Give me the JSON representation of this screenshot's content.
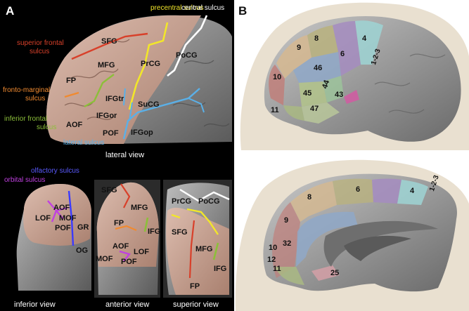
{
  "panels": {
    "a": {
      "letter": "A",
      "lateral": {
        "caption": "lateral view",
        "gyri": [
          "SFG",
          "MFG",
          "PrCG",
          "PoCG",
          "FP",
          "IFGtr",
          "SuCG",
          "IFGor",
          "AOF",
          "POF",
          "IFGop"
        ],
        "sulci": {
          "precentral": "precentral sulcus",
          "central": "central sulcus",
          "superior_frontal": [
            "superior frontal",
            "sulcus"
          ],
          "fronto_marginal": [
            "fronto-marginal",
            "sulcus"
          ],
          "inferior_frontal": [
            "inferior frontal",
            "sulcus"
          ],
          "lateral": "lateral  sulcus"
        }
      },
      "inferior": {
        "caption": "inferior view",
        "gyri": [
          "AOF",
          "LOF",
          "MOF",
          "POF",
          "GR",
          "OG"
        ],
        "sulci": {
          "olfactory": "olfactory  sulcus",
          "orbital": "orbital  sulcus"
        }
      },
      "anterior": {
        "caption": "anterior view",
        "gyri": [
          "SFG",
          "MFG",
          "FP",
          "IFG",
          "AOF",
          "LOF",
          "MOF",
          "POF"
        ]
      },
      "superior": {
        "caption": "superior view",
        "gyri": [
          "PrCG",
          "PoCG",
          "SFG",
          "MFG",
          "IFG",
          "FP"
        ]
      }
    },
    "b": {
      "letter": "B",
      "lateral_areas": [
        "9",
        "8",
        "6",
        "4",
        "1-2-3",
        "46",
        "10",
        "45",
        "44",
        "43",
        "11",
        "47"
      ],
      "medial_areas": [
        "6",
        "4",
        "1-2-3",
        "8",
        "9",
        "10",
        "32",
        "12",
        "11",
        "25"
      ]
    }
  },
  "colors": {
    "precentral": "#f2e62a",
    "central": "#ffffff",
    "superior_frontal": "#d8402a",
    "fronto_marginal": "#f08a30",
    "inferior_frontal": "#8cbf3a",
    "lateral": "#5ab0e8",
    "olfactory": "#3a3aff",
    "orbital": "#c040e0",
    "frontal_lobe": "#c9a392",
    "brain_grey": "#8c8c8c"
  }
}
